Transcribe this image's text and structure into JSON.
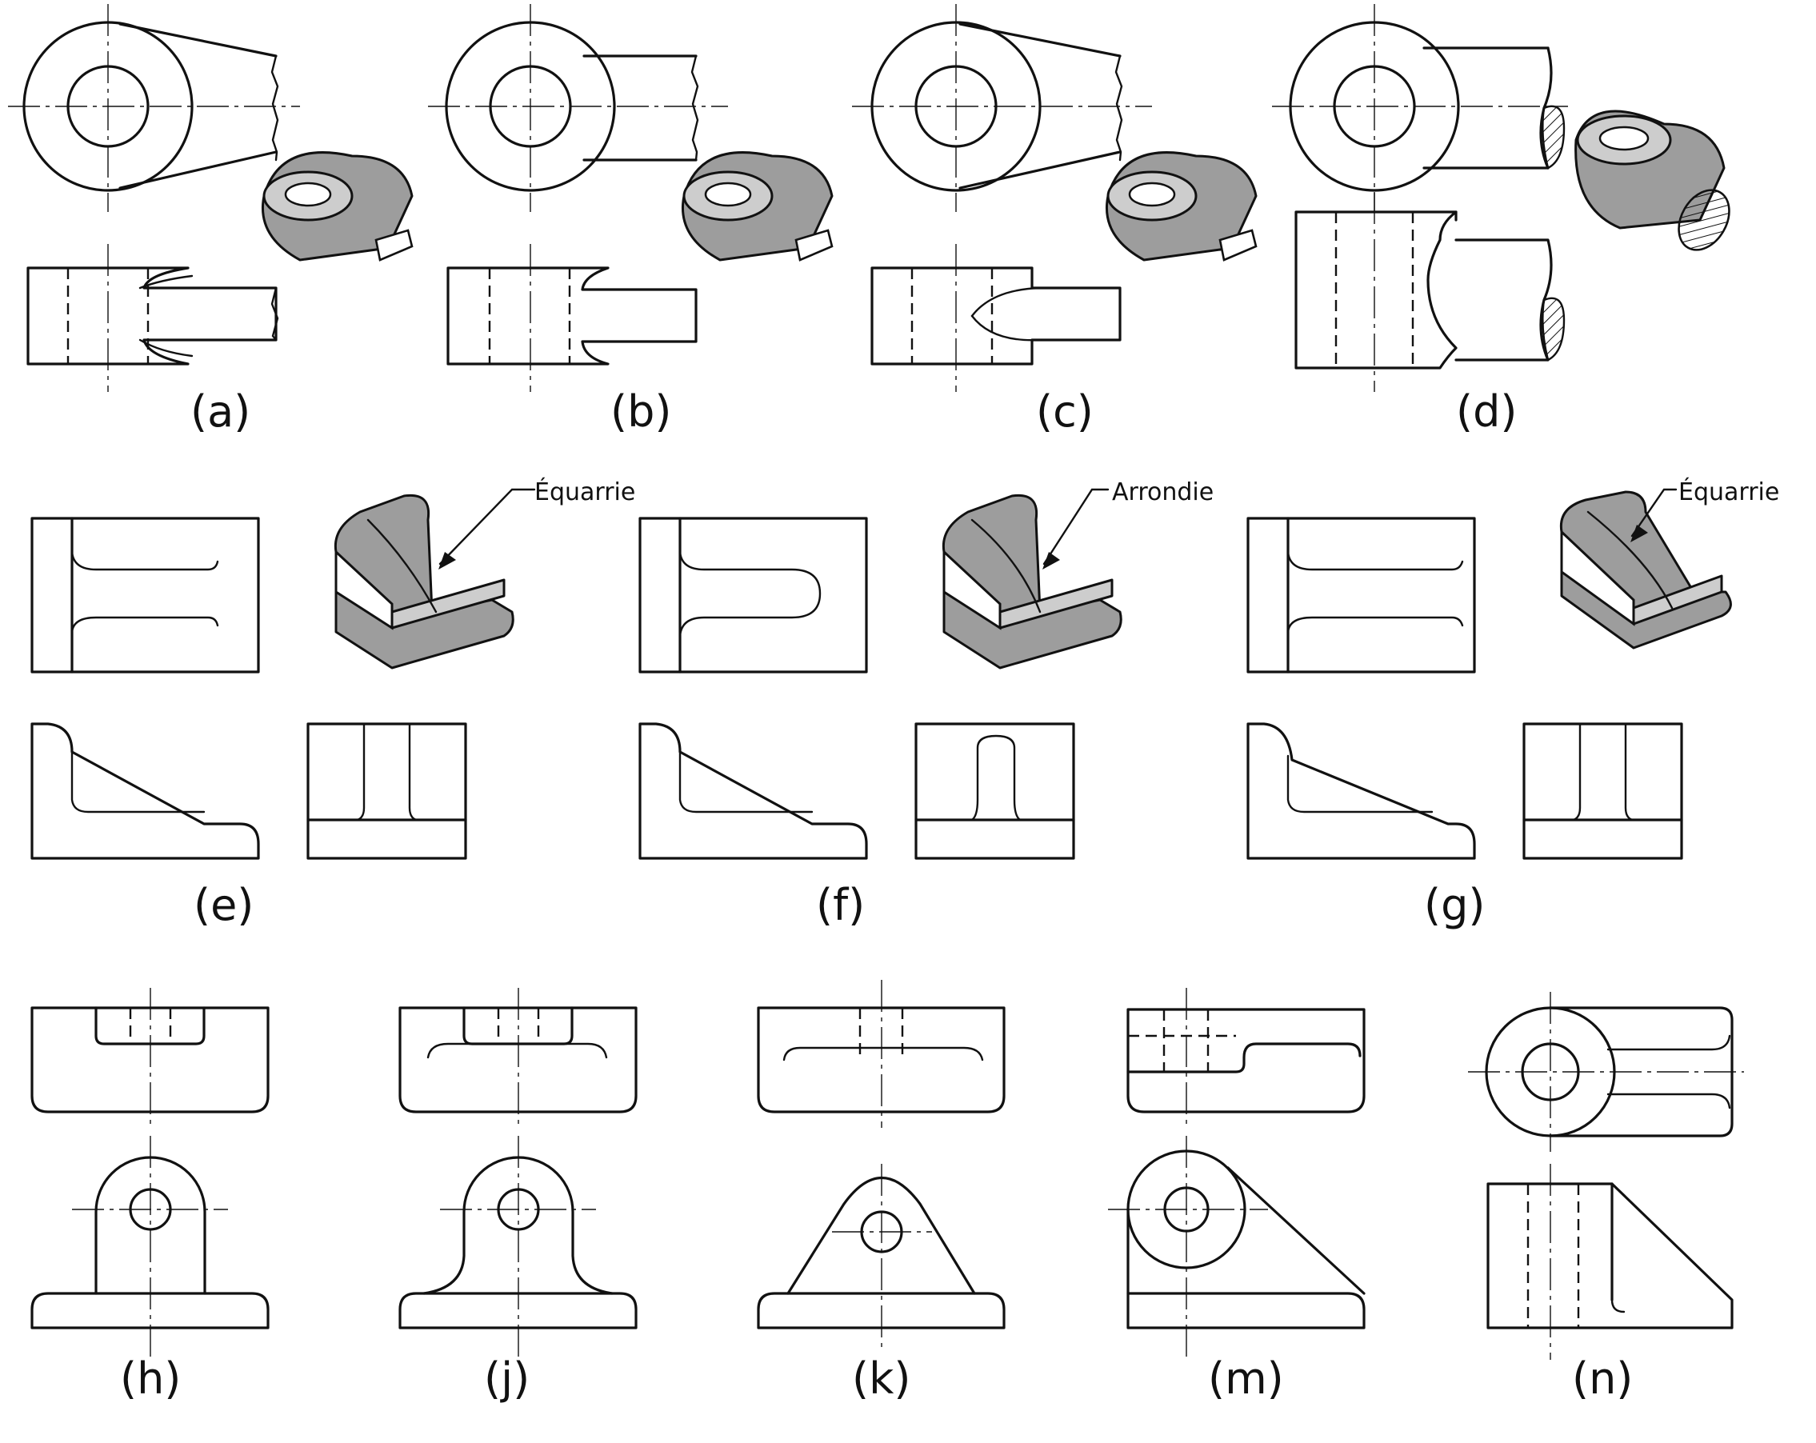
{
  "figure_labels": {
    "a": "(a)",
    "b": "(b)",
    "c": "(c)",
    "d": "(d)",
    "e": "(e)",
    "f": "(f)",
    "g": "(g)",
    "h": "(h)",
    "j": "(j)",
    "k": "(k)",
    "m": "(m)",
    "n": "(n)"
  },
  "callouts": {
    "e": "Équarrie",
    "f": "Arrondie",
    "g": "Équarrie"
  },
  "colors": {
    "ink": "#111111",
    "shading": "#9d9d9d",
    "paper": "#ffffff"
  }
}
